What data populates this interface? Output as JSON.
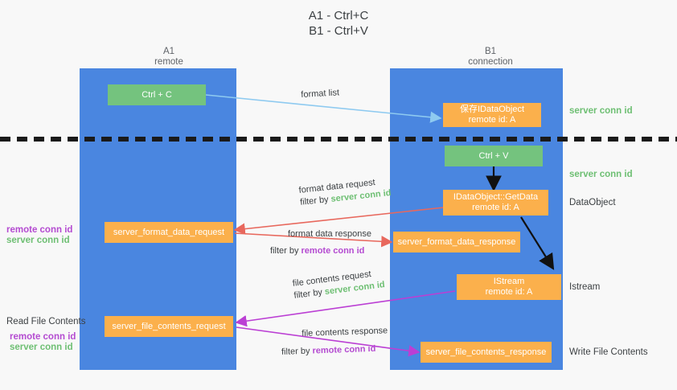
{
  "title": "A1 - Ctrl+C\nB1 - Ctrl+V",
  "lanes": {
    "left": {
      "label": "A1\nremote"
    },
    "right": {
      "label": "B1\nconnection"
    }
  },
  "nodes": {
    "ctrl_c": {
      "line1": "Ctrl + C",
      "line2": ""
    },
    "save_idataobject": {
      "line1": "保存IDataObject",
      "line2": "remote id: A"
    },
    "ctrl_v": {
      "line1": "Ctrl + V",
      "line2": ""
    },
    "idataobject_getdata": {
      "line1": "IDataObject::GetData",
      "line2": "remote id: A"
    },
    "format_data_request": {
      "line1": "server_format_data_request",
      "line2": ""
    },
    "format_data_response": {
      "line1": "server_format_data_response",
      "line2": ""
    },
    "istream": {
      "line1": "IStream",
      "line2": "remote id: A"
    },
    "file_contents_request": {
      "line1": "server_file_contents_request",
      "line2": ""
    },
    "file_contents_response": {
      "line1": "server_file_contents_response",
      "line2": ""
    }
  },
  "edges": {
    "format_list": {
      "label": "format list"
    },
    "format_data_request": {
      "label": "format data request",
      "filter_prefix": "filter by ",
      "filter_key": "server conn id"
    },
    "format_data_response": {
      "label": "format data response",
      "filter_prefix": "filter by ",
      "filter_key": "remote conn id"
    },
    "file_contents_request": {
      "label": "file contents request",
      "filter_prefix": "filter by ",
      "filter_key": "server conn id"
    },
    "file_contents_response": {
      "label": "file contents response",
      "filter_prefix": "filter by ",
      "filter_key": "remote conn id"
    }
  },
  "annotations": {
    "right_server_conn_top": "server conn id",
    "right_server_conn_mid": "server conn id",
    "right_dataobject": "DataObject",
    "right_istream": "Istream",
    "right_write_file": "Write File Contents",
    "left_read_file": "Read File Contents",
    "left_remote_conn_mid": "remote conn id",
    "left_server_conn_mid": "server conn id",
    "left_remote_conn_bottom": "remote conn id",
    "left_server_conn_bottom": "server conn id"
  },
  "colors": {
    "lane": "#4a86e0",
    "orange": "#fbb04c",
    "green": "#74c37e",
    "green_text": "#6ebf73",
    "purple_text": "#b44bd1",
    "wire_blue": "#8ecaf0",
    "wire_red": "#e8685d",
    "wire_purple": "#bb3fd4",
    "wire_black": "#111111",
    "background": "#f8f8f8"
  }
}
